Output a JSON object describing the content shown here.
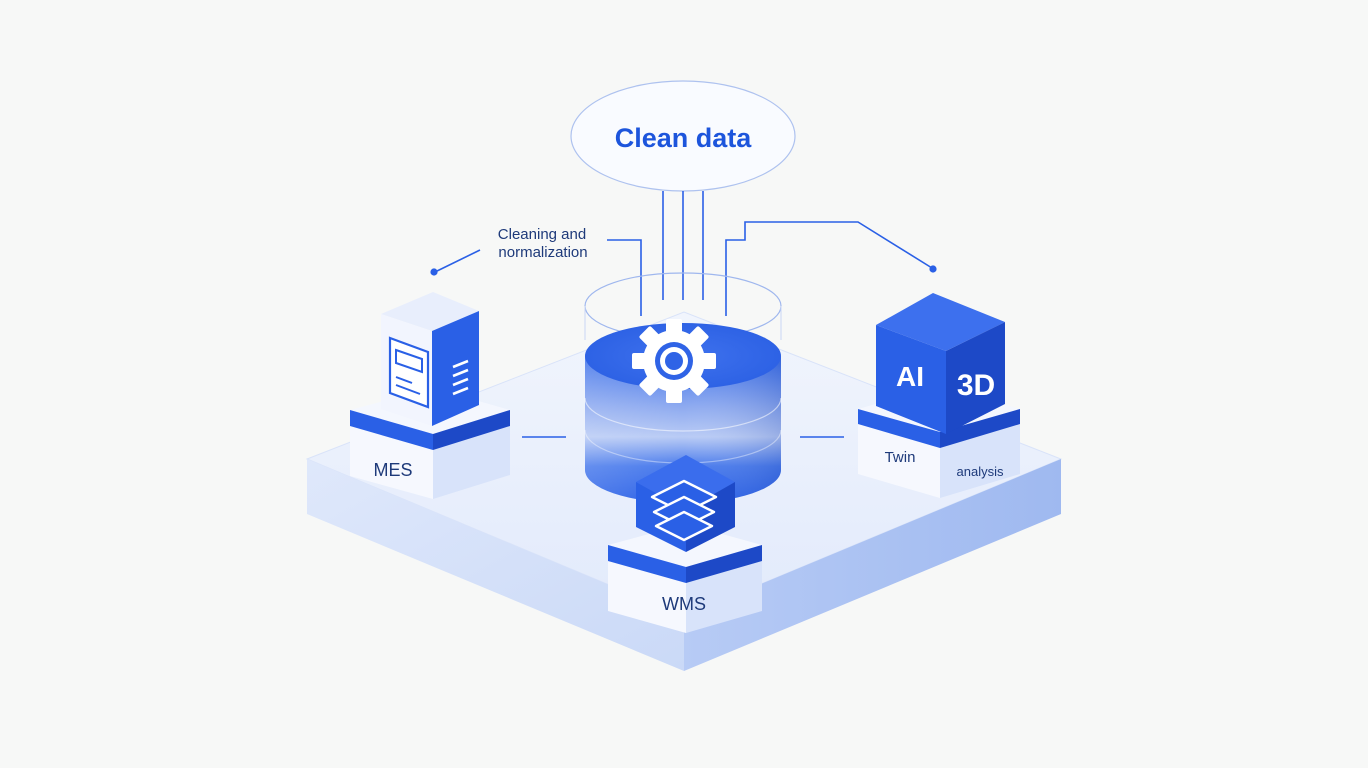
{
  "diagram": {
    "title": "Clean data",
    "process_label_line1": "Cleaning and",
    "process_label_line2": "normalization",
    "systems": {
      "mes": "MES",
      "wms": "WMS",
      "ai_badge": "AI",
      "threed_badge": "3D",
      "twin": "Twin",
      "analysis": "analysis"
    },
    "icons": [
      "server-document-icon",
      "gear-icon",
      "layers-icon",
      "ai-3d-cube-icon"
    ],
    "colors": {
      "primary": "#2a60e6",
      "primary_dark": "#1d49c7",
      "light": "#dce6fa",
      "platform_top": "#eaf0fc",
      "platform_side": "#c7d6f7",
      "text_dark": "#1e3a7a"
    }
  }
}
